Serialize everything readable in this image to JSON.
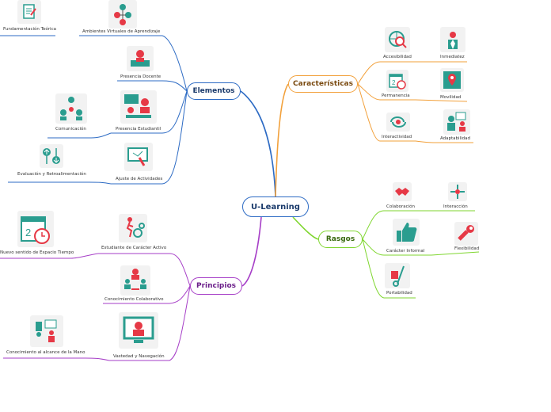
{
  "root": {
    "label": "U-Learning"
  },
  "branches": {
    "elementos": {
      "label": "Elementos",
      "color": "#2d6bc4",
      "items": [
        "Fundamentación Teórica",
        "Ambientes Virtuales de Aprendizaje",
        "Presencia Docente",
        "Comunicación",
        "Presencia Estudiantil",
        "Evaluación y Retroalimentación",
        "Ajuste de Actividades"
      ]
    },
    "principios": {
      "label": "Principios",
      "color": "#a63ec7",
      "items": [
        "Nuevo sentido de Espacio Tiempo",
        "Estudiante de Carácter Activo",
        "Conocimiento Colaborativo",
        "Conocimiento al alcance de la Mano",
        "Vastedad y Navegación"
      ]
    },
    "caracteristicas": {
      "label": "Características",
      "color": "#f2a03a",
      "items": [
        "Accesibilidad",
        "Inmediatez",
        "Permanencia",
        "Movilidad",
        "Interactividad",
        "Adaptabilidad"
      ]
    },
    "rasgos": {
      "label": "Rasgos",
      "color": "#7fd62f",
      "items": [
        "Colaboración",
        "Interacción",
        "Carácter Informal",
        "Flexibilidad",
        "Portabilidad"
      ]
    }
  },
  "icons": {
    "fundamentacion": "document-check-icon",
    "ambientes": "network-people-icon",
    "presencia_docente": "teacher-icon",
    "comunicacion": "group-communication-icon",
    "presencia_estudiantil": "student-classroom-icon",
    "evaluacion": "up-down-arrows-icon",
    "ajuste": "screen-touch-icon",
    "espacio_tiempo": "calendar-clock-icon",
    "estudiante_activo": "runner-gears-icon",
    "conocimiento_colaborativo": "team-handshake-icon",
    "conocimiento_mano": "mobile-learning-icon",
    "vastedad": "monitor-user-icon",
    "accesibilidad": "globe-search-icon",
    "inmediatez": "person-lightbulb-icon",
    "permanencia": "calendar-clock-icon",
    "movilidad": "location-pin-icon",
    "interactividad": "chat-swap-icon",
    "adaptabilidad": "people-screen-icon",
    "colaboracion": "handshake-icon",
    "interaccion": "connection-icon",
    "caracter_informal": "thumbs-up-icon",
    "flexibilidad": "wrench-icon",
    "portabilidad": "trolley-icon"
  }
}
